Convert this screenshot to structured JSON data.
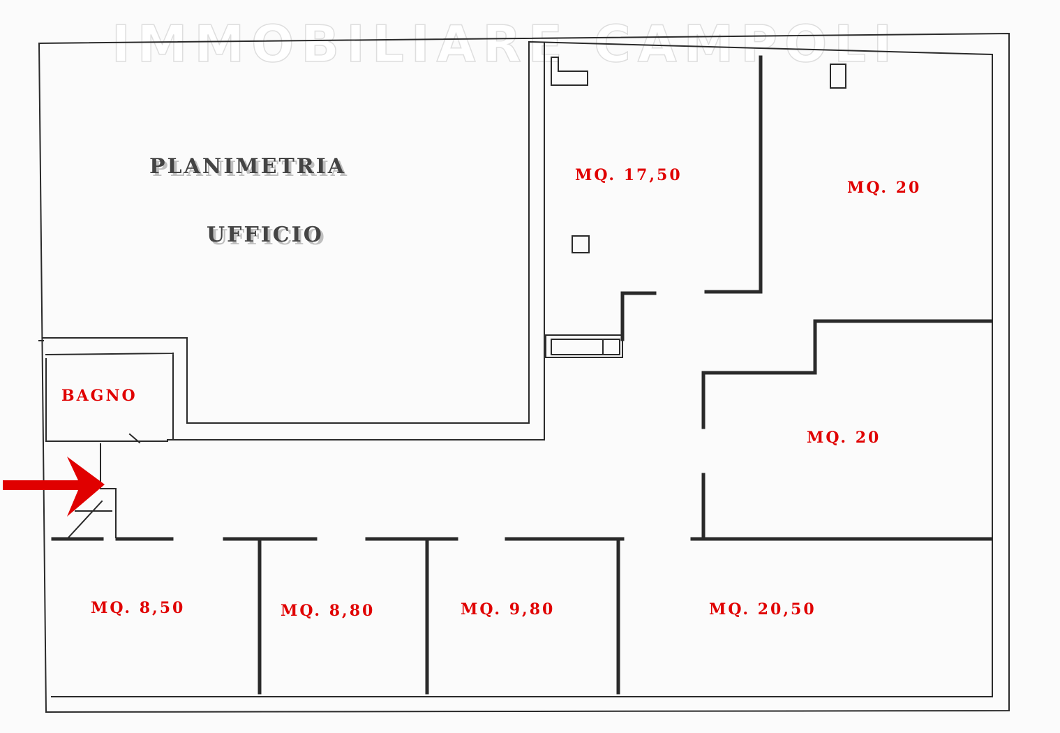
{
  "watermark": "IMMOBILIARE CAMPOLI",
  "title": {
    "line1": "PLANIMETRIA",
    "line2": "UFFICIO"
  },
  "rooms": {
    "bagno": "BAGNO",
    "top_middle": "MQ. 17,50",
    "top_right": "MQ. 20",
    "mid_right": "MQ. 20",
    "bottom_1": "MQ. 8,50",
    "bottom_2": "MQ. 8,80",
    "bottom_3": "MQ. 9,80",
    "bottom_4": "MQ. 20,50"
  },
  "colors": {
    "label": "#e00000",
    "arrow": "#e00000",
    "walls": "#2a2a2a"
  },
  "icons": [
    "entrance-arrow-icon"
  ]
}
